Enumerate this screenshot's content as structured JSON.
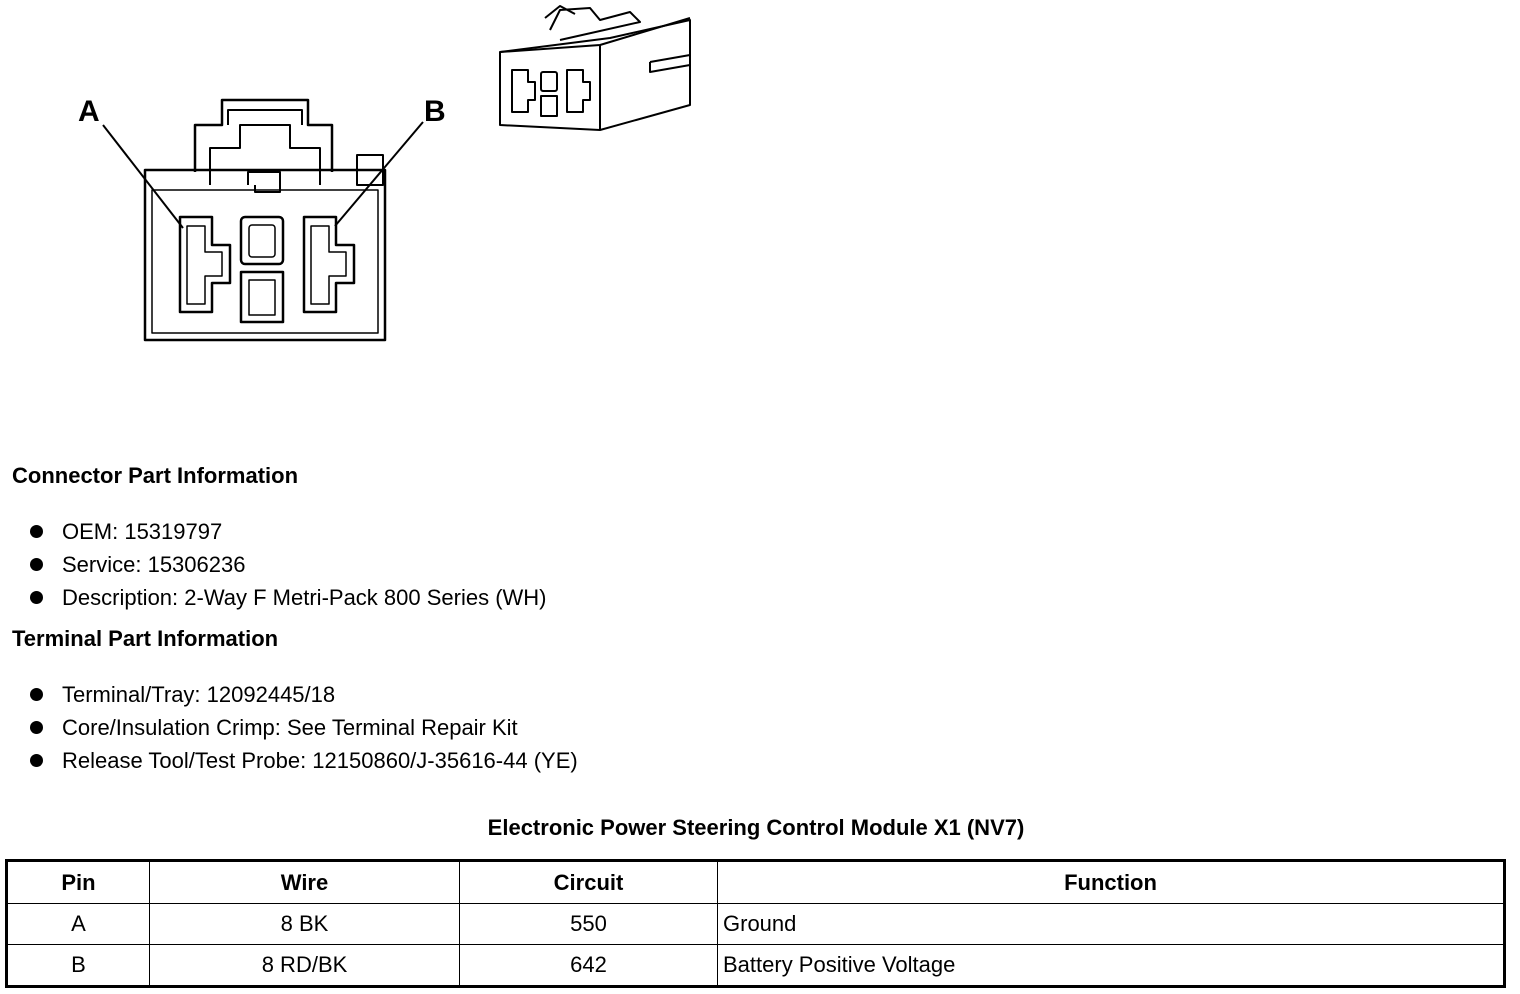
{
  "diagram": {
    "label_a": "A",
    "label_b": "B"
  },
  "connector_info": {
    "heading": "Connector Part Information",
    "items": [
      "OEM: 15319797",
      "Service: 15306236",
      "Description: 2-Way F Metri-Pack 800 Series (WH)"
    ]
  },
  "terminal_info": {
    "heading": "Terminal Part Information",
    "items": [
      "Terminal/Tray: 12092445/18",
      "Core/Insulation Crimp: See Terminal Repair Kit",
      "Release Tool/Test Probe: 12150860/J-35616-44 (YE)"
    ]
  },
  "table": {
    "title": "Electronic Power Steering Control Module X1 (NV7)",
    "headers": {
      "pin": "Pin",
      "wire": "Wire",
      "circuit": "Circuit",
      "function": "Function"
    },
    "rows": [
      {
        "pin": "A",
        "wire": "8 BK",
        "circuit": "550",
        "function": "Ground"
      },
      {
        "pin": "B",
        "wire": "8 RD/BK",
        "circuit": "642",
        "function": "Battery Positive Voltage"
      }
    ]
  }
}
